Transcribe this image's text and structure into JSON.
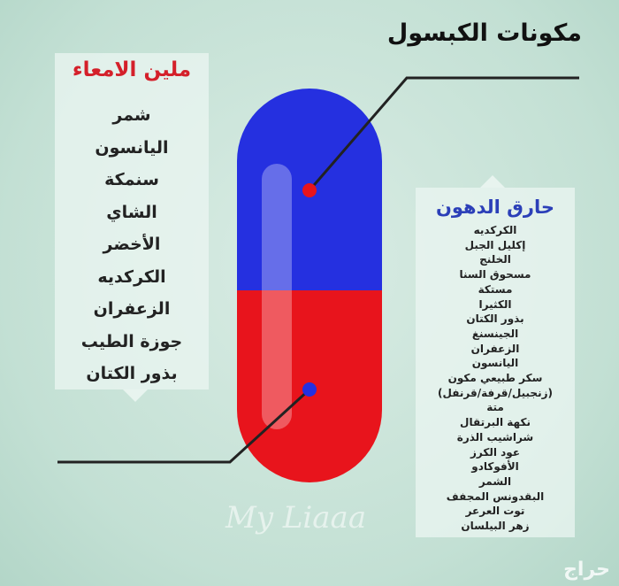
{
  "title": "مكونات الكبسول",
  "left_panel": {
    "heading": "ملين الامعاء",
    "items": [
      "شمر",
      "اليانسون",
      "سنمكة",
      "الشاي",
      "الأخضر",
      "الكركديه",
      "الزعفران",
      "جوزة الطيب",
      "بذور الكتان"
    ]
  },
  "right_panel": {
    "heading": "حارق الدهون",
    "items": [
      "الكركديه",
      "إكليل الجبل",
      "الخلنج",
      "مسحوق السنا",
      "مستكة",
      "الكثيرا",
      "بذور الكتان",
      "الجينسنغ",
      "الزعفران",
      "اليانسون",
      "سكر طبيعي مكون",
      "(زنجبيل/قرفة/قرنفل)",
      "متة",
      "نكهة البرتقال",
      "شراشيب الذرة",
      "عود الكرز",
      "الأفوكادو",
      "الشمر",
      "البقدونس المجفف",
      "توت العرعر",
      "زهر البيلسان"
    ]
  },
  "watermark": "My Liaaa",
  "logo": "حراج",
  "colors": {
    "capsule_top": "#2530e0",
    "capsule_bottom": "#e8141c",
    "left_heading": "#d4202a",
    "right_heading": "#2b3fb8"
  }
}
